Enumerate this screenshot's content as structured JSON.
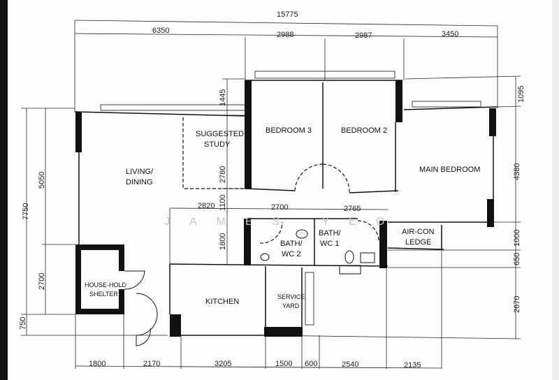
{
  "watermark": "JAMES YEO",
  "rooms": {
    "living": [
      "LIVING/",
      "DINING"
    ],
    "study": [
      "SUGGESTED",
      "STUDY"
    ],
    "bedroom3": "BEDROOM 3",
    "bedroom2": "BEDROOM 2",
    "main_bedroom": "MAIN BEDROOM",
    "bath2": [
      "BATH/",
      "WC 2"
    ],
    "bath1": [
      "BATH/",
      "WC 1"
    ],
    "aircon": [
      "AIR-CON",
      "LEDGE"
    ],
    "shelter": [
      "HOUSE-HOLD",
      "SHELTER"
    ],
    "kitchen": "KITCHEN",
    "service": [
      "SERVICE",
      "YARD"
    ]
  },
  "dimensions": {
    "top_total": "15775",
    "top": [
      "6350",
      "2988",
      "2987",
      "3450"
    ],
    "middle": [
      "2820",
      "2700",
      "2765"
    ],
    "bottom": [
      "1800",
      "2170",
      "3205",
      "1500",
      "600",
      "2540",
      "2135"
    ],
    "left": [
      "7750",
      "5050",
      "2700",
      "750"
    ],
    "right": [
      "1095",
      "4380",
      "1000",
      "650",
      "2670"
    ],
    "inner": [
      "1445",
      "2780",
      "1100",
      "1800"
    ]
  }
}
